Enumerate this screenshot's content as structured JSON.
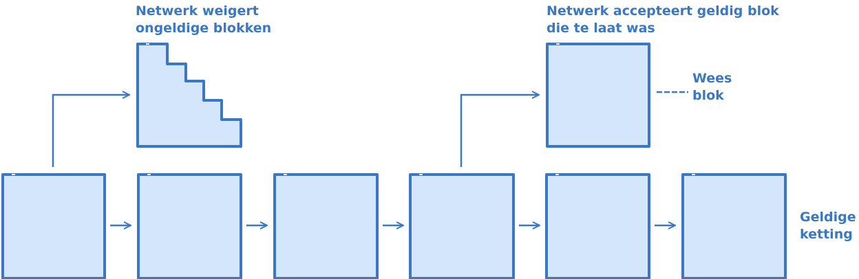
{
  "labels": {
    "rejected": [
      "Netwerk weigert",
      "ongeldige blokken"
    ],
    "accepted": [
      "Netwerk accepteert geldig blok",
      "die te laat was"
    ],
    "orphan": [
      "Wees",
      "blok"
    ],
    "valid_chain": [
      "Geldige",
      "ketting"
    ]
  },
  "colors": {
    "stroke": "#3a78c3",
    "fill": "#d3e6fb",
    "text": "#3a78c3"
  }
}
